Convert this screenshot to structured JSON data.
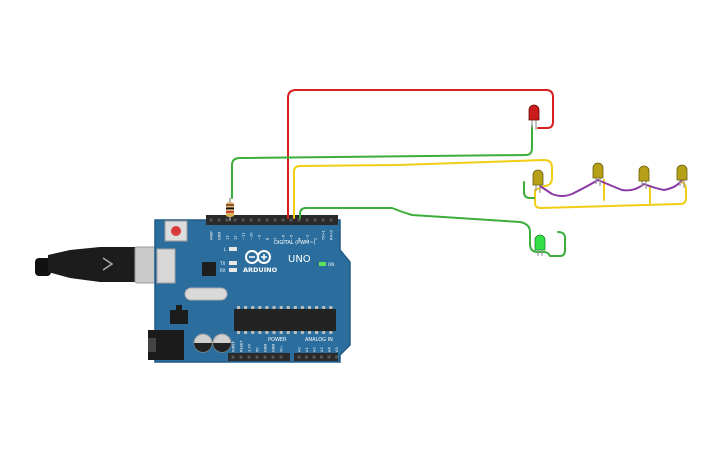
{
  "board": {
    "brand": "ARDUINO",
    "model": "UNO",
    "digital_header_label": "DIGITAL (PWM~)",
    "power_label": "POWER",
    "analog_label": "ANALOG IN",
    "on_label": "ON",
    "led_l_label": "L",
    "led_tx_label": "TX",
    "led_rx_label": "RX",
    "digital_pins": [
      "AREF",
      "GND",
      "13",
      "12",
      "~11",
      "~10",
      "~9",
      "8",
      "7",
      "~6",
      "~5",
      "4",
      "~3",
      "2",
      "TX>1",
      "RX<0"
    ],
    "power_pins": [
      "IOREF",
      "RESET",
      "3.3V",
      "5V",
      "GND",
      "GND",
      "Vin"
    ],
    "analog_pins": [
      "A0",
      "A1",
      "A2",
      "A3",
      "A4",
      "A5"
    ]
  },
  "components": {
    "leds": [
      {
        "name": "red-led",
        "color": "#cc1b1b"
      },
      {
        "name": "yellow-led-1",
        "color": "#b5a018"
      },
      {
        "name": "yellow-led-2",
        "color": "#b5a018"
      },
      {
        "name": "yellow-led-3",
        "color": "#b5a018"
      },
      {
        "name": "yellow-led-4",
        "color": "#b5a018"
      },
      {
        "name": "green-led",
        "color": "#33e04a"
      }
    ],
    "resistor_bands": [
      "#8a4b1b",
      "#111111",
      "#c8371f",
      "#d4af37"
    ]
  },
  "wires": {
    "red": "#d81e1e",
    "green": "#3bae3b",
    "yellow": "#f1cd15",
    "purple": "#8b3aa5"
  },
  "colors": {
    "board": "#2b6e9e",
    "board_edge": "#215a85",
    "header": "#2a2a2a",
    "chip": "#222222"
  }
}
